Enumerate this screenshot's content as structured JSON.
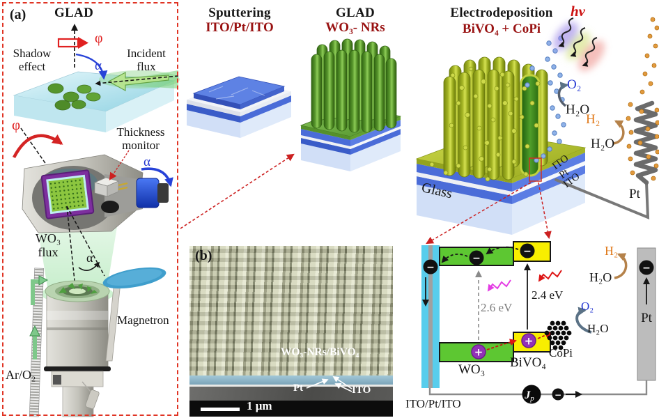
{
  "palette": {
    "accent_red": "#e03424",
    "title_dark_red": "#991212",
    "o2_blue": "#2336d2",
    "h2_orange": "#e07818",
    "band_green": "#5dc732",
    "band_yellow": "#f8ee00",
    "electrode_cyan": "#58cdec",
    "rod_green": "#58962c",
    "rod_yellow_green": "#a3b424"
  },
  "panel_a": {
    "tag": "(a)",
    "title": "GLAD",
    "phi_rotation": "φ",
    "alpha_angle": "α",
    "shadow_effect": "Shadow effect",
    "incident_flux": "Incident flux",
    "phi_axis": "φ",
    "thickness_monitor": "Thickness monitor",
    "alpha_tilt": "α",
    "wo3_flux": "WO₃ flux",
    "alpha_flux": "α",
    "magnetron": "Magnetron",
    "gas_inlet": "Ar/O₂"
  },
  "process": {
    "step1_title": "Sputtering",
    "step1_material": "ITO/Pt/ITO",
    "step2_title": "GLAD",
    "step2_material": "WO₃- NRs",
    "step3_title": "Electrodeposition",
    "step3_material": "BiVO₄ + CoPi"
  },
  "cell": {
    "light": "hν",
    "o2": "O₂",
    "h2o_anode": "H₂O",
    "h2": "H₂",
    "h2o_cathode": "H₂O",
    "glass": "Glass",
    "layers": [
      "ITO",
      "Pt",
      "ITO"
    ],
    "counter_electrode": "Pt"
  },
  "sem": {
    "tag": "(b)",
    "film_label": "WO₃-NRs/BiVO₄",
    "pt_label": "Pt",
    "ito_label": "ITO",
    "scale_bar": "1 μm"
  },
  "band": {
    "gap_wo3": "2.6 eV",
    "gap_bivo4": "2.4 eV",
    "wo3": "WO₃",
    "bivo4": "BiVO₄",
    "copi": "CoPi",
    "o2": "O₂",
    "h2o_oer": "H₂O",
    "h2": "H₂",
    "h2o_her": "H₂O",
    "pt_electrode": "Pt",
    "work_electrode": "ITO/Pt/ITO",
    "current_j": "J",
    "current_sub": "p",
    "electron": "−",
    "hole": "+"
  }
}
